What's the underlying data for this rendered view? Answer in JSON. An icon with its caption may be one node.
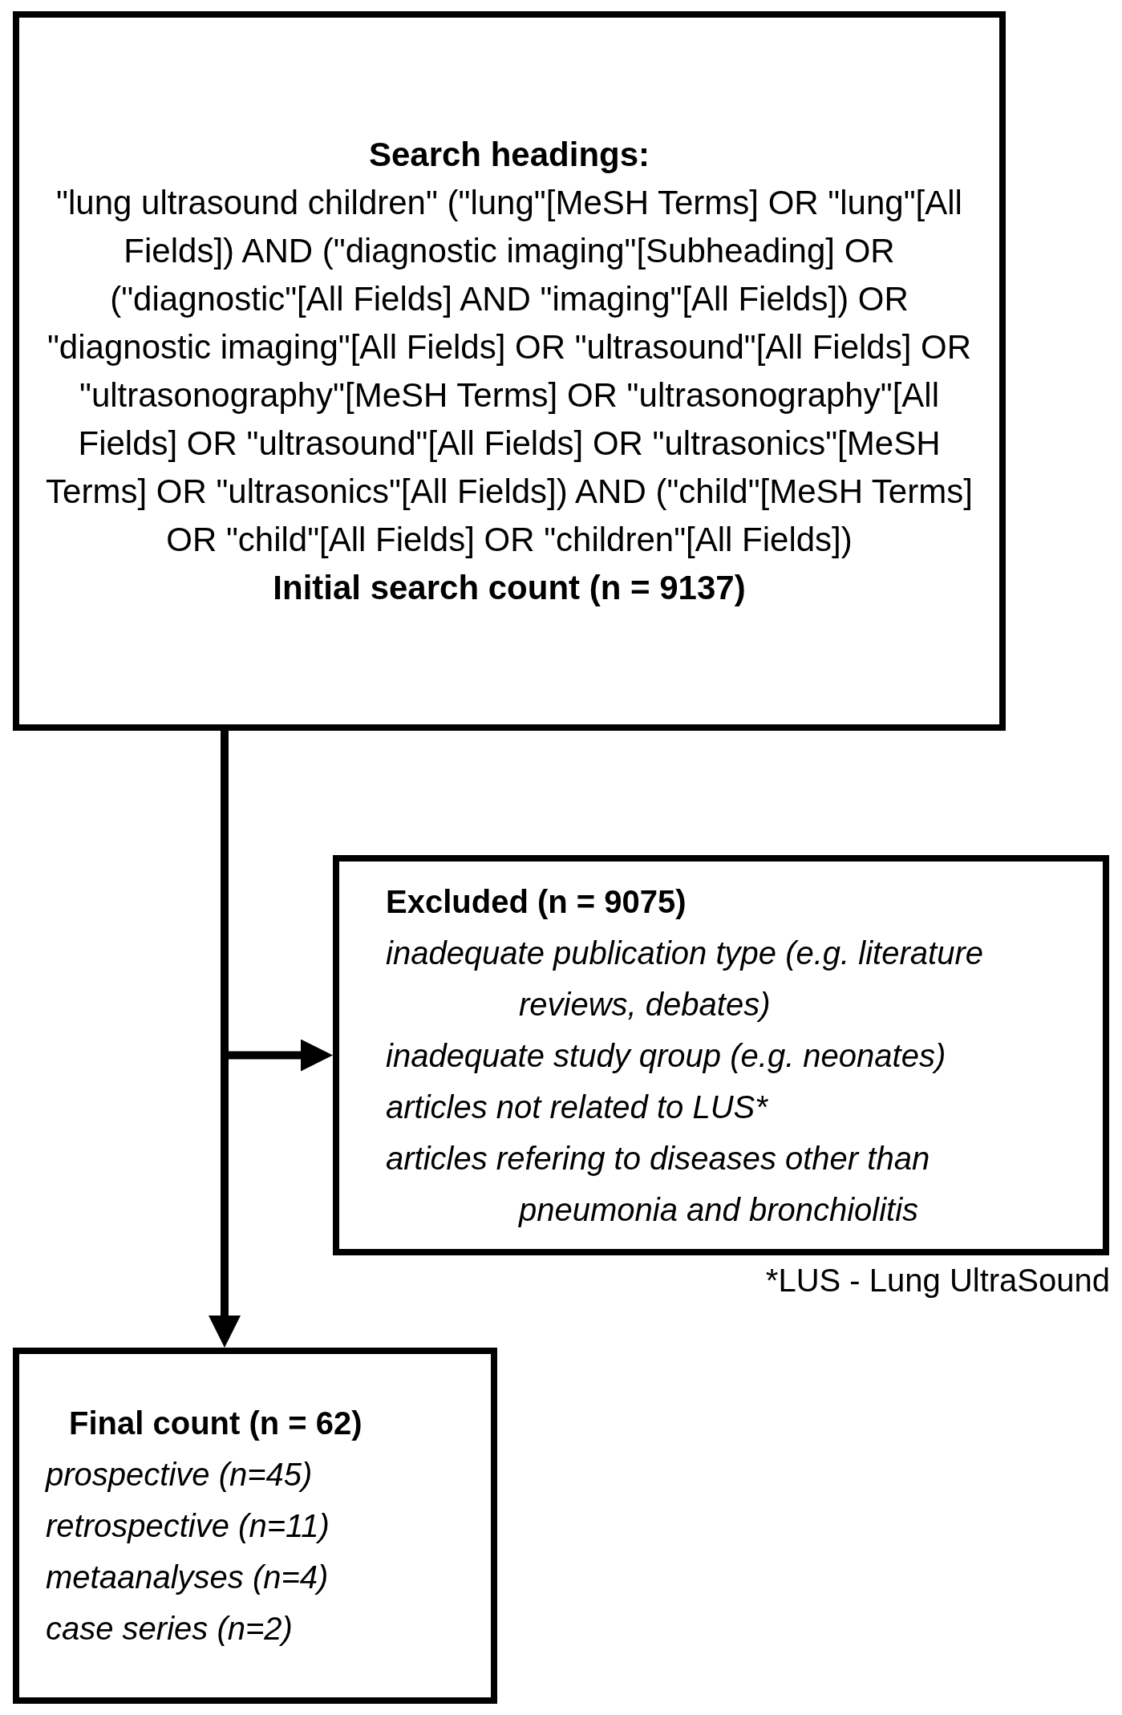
{
  "diagram": {
    "nodes": [
      {
        "text": [
          "Search headings:",
          "\"lung ultrasound children\" (\"lung\"[MeSH Terms] OR \"lung\"[All Fields]) AND (\"diagnostic imaging\"[Subheading] OR (\"diagnostic\"[All Fields] AND \"imaging\"[All Fields]) OR \"diagnostic imaging\"[All Fields] OR \"ultrasound\"[All Fields] OR \"ultrasonography\"[MeSH Terms] OR \"ultrasonography\"[All Fields] OR \"ultrasound\"[All Fields] OR \"ultrasonics\"[MeSH Terms] OR \"ultrasonics\"[All Fields]) AND (\"child\"[MeSH Terms] OR \"child\"[All Fields] OR \"children\"[All Fields])",
          "Initial search count (n = 9137)"
        ]
      },
      {
        "text": [
          "Excluded (n = 9075)",
          "inadequate publication type (e.g. literature reviews, debates)",
          "inadequate study qroup (e.g. neonates)",
          "articles not related to LUS*",
          "articles refering to diseases other than pneumonia and bronchiolitis"
        ]
      },
      {
        "text": [
          "Final count (n = 62)",
          "prospective (n=45)",
          "retrospective (n=11)",
          "metaanalyses (n=4)",
          "case series (n=2)"
        ]
      }
    ],
    "edges": [
      {
        "from": 0,
        "to": 1,
        "arrow": "to"
      },
      {
        "from": 0,
        "to": 2,
        "arrow": "to"
      }
    ],
    "labels": [
      "*LUS - Lung UltraSound"
    ]
  }
}
